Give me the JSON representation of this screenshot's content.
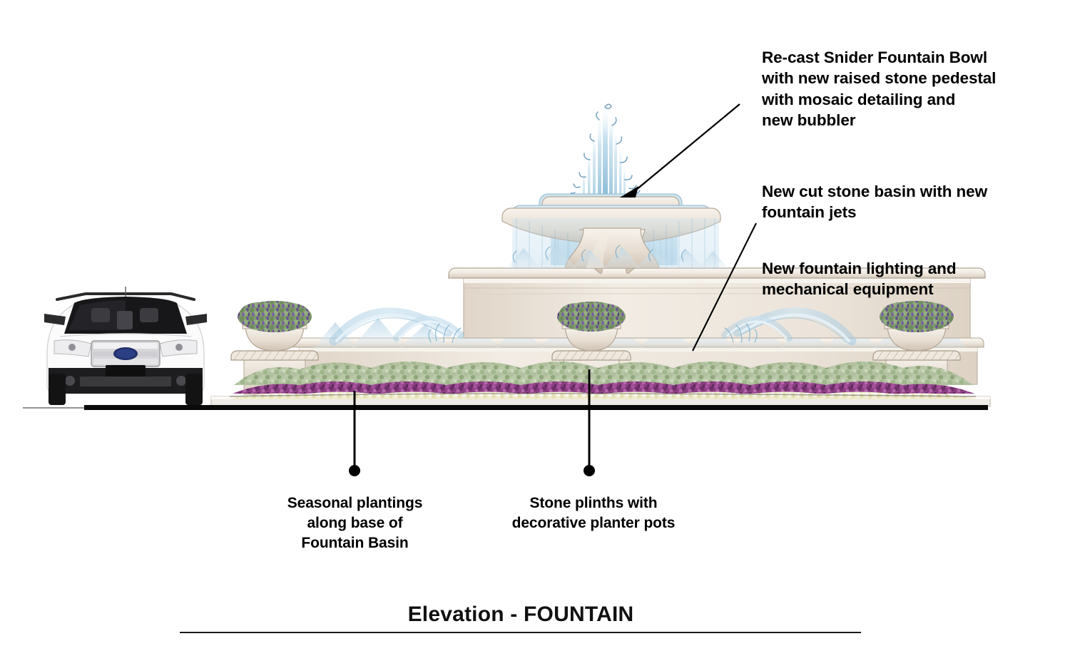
{
  "drawing": {
    "title": "Elevation - FOUNTAIN",
    "type": "architectural-elevation",
    "background_color": "#ffffff",
    "ink_color": "#000000"
  },
  "annotations": {
    "fountain_bowl": {
      "text": "Re-cast Snider Fountain Bowl\nwith new raised stone pedestal\nwith mosaic detailing and\nnew bubbler",
      "leader": "arrow",
      "points_to": "upper fountain bowl pedestal"
    },
    "stone_basin": {
      "text": "New cut stone basin with new\nfountain jets",
      "leader": "none",
      "points_to": "cut stone basin"
    },
    "lighting": {
      "text": "New fountain lighting and\nmechanical equipment",
      "leader": "line",
      "points_to": "basin wall / mechanical"
    },
    "seasonal_plantings": {
      "text": "Seasonal plantings\nalong base of\nFountain Basin",
      "leader": "line-with-dot",
      "points_to": "flower bed at basin base"
    },
    "stone_plinths": {
      "text": "Stone plinths with\ndecorative planter pots",
      "leader": "line-with-dot",
      "points_to": "center stone plinth"
    }
  },
  "elements": {
    "vehicle": {
      "name": "white SUV front elevation",
      "purpose": "scale reference",
      "body_color": "#fdfdfd",
      "glass_color": "#1b1b1d",
      "tire_color": "#141414"
    },
    "fountain": {
      "upper_jet": "vertical bubbler spray",
      "upper_bowl": "re-cast Snider Fountain Bowl",
      "pedestal": "hourglass stone pedestal",
      "lower_bowl": "wide catch bowl with water curtain",
      "stone_color": "#e4dbd0",
      "stone_shade": "#cfc3b5",
      "water_color": "#a8cfe4"
    },
    "basin": {
      "upper_tier": "raised cut stone plinth",
      "lower_tier": "cut stone basin wall",
      "coping_color": "#efe9e1"
    },
    "planters": [
      {
        "position": "left",
        "pot": "stone bowl planter",
        "plinth": "stone plinth with hatched cap"
      },
      {
        "position": "center",
        "pot": "stone bowl planter",
        "plinth": "stone plinth with hatched cap"
      },
      {
        "position": "right",
        "pot": "stone bowl planter",
        "plinth": "stone plinth with hatched cap"
      }
    ],
    "planting_bed": {
      "top_layer": "sage green shrubs",
      "mid_layer": "purple / magenta seasonal flowers",
      "bottom_layer": "cream white seasonal flowers",
      "shrub_color": "#9fb48c",
      "purple_color": "#8e3f86",
      "cream_color": "#efeccd"
    },
    "jets": {
      "count_visible": 4,
      "description": "arcing side jets into basin",
      "color": "#bcd8e8"
    },
    "ground_line": {
      "description": "finish grade datum line",
      "color": "#0a0a0a"
    }
  }
}
